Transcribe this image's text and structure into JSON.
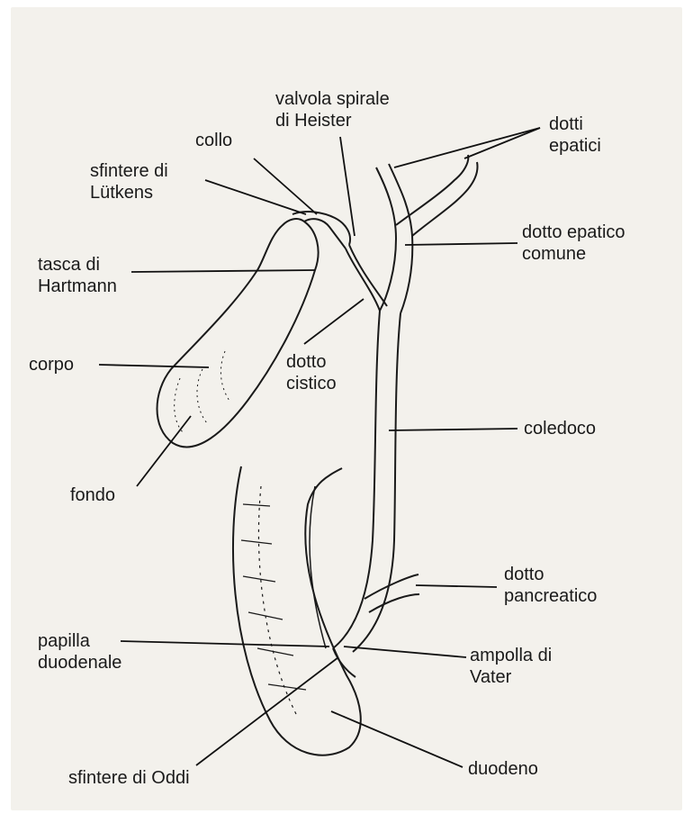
{
  "colors": {
    "ink": "#1a1a1a",
    "paper": "#f3f1ec",
    "leader": "#111111"
  },
  "labels": {
    "valvola": [
      "valvola spirale",
      "di Heister"
    ],
    "collo": [
      "collo"
    ],
    "dotti_epatici": [
      "dotti",
      "epatici"
    ],
    "sfintere_lutkens": [
      "sfintere di",
      "Lütkens"
    ],
    "dotto_epatico_comune": [
      "dotto epatico",
      "comune"
    ],
    "tasca": [
      "tasca di",
      "Hartmann"
    ],
    "corpo": [
      "corpo"
    ],
    "dotto_cistico": [
      "dotto",
      "cistico"
    ],
    "coledoco": [
      "coledoco"
    ],
    "fondo": [
      "fondo"
    ],
    "dotto_pancreatico": [
      "dotto",
      "pancreatico"
    ],
    "papilla": [
      "papilla",
      "duodenale"
    ],
    "ampolla": [
      "ampolla di",
      "Vater"
    ],
    "sfintere_oddi": [
      "sfintere di Oddi"
    ],
    "duodeno": [
      "duodeno"
    ]
  }
}
